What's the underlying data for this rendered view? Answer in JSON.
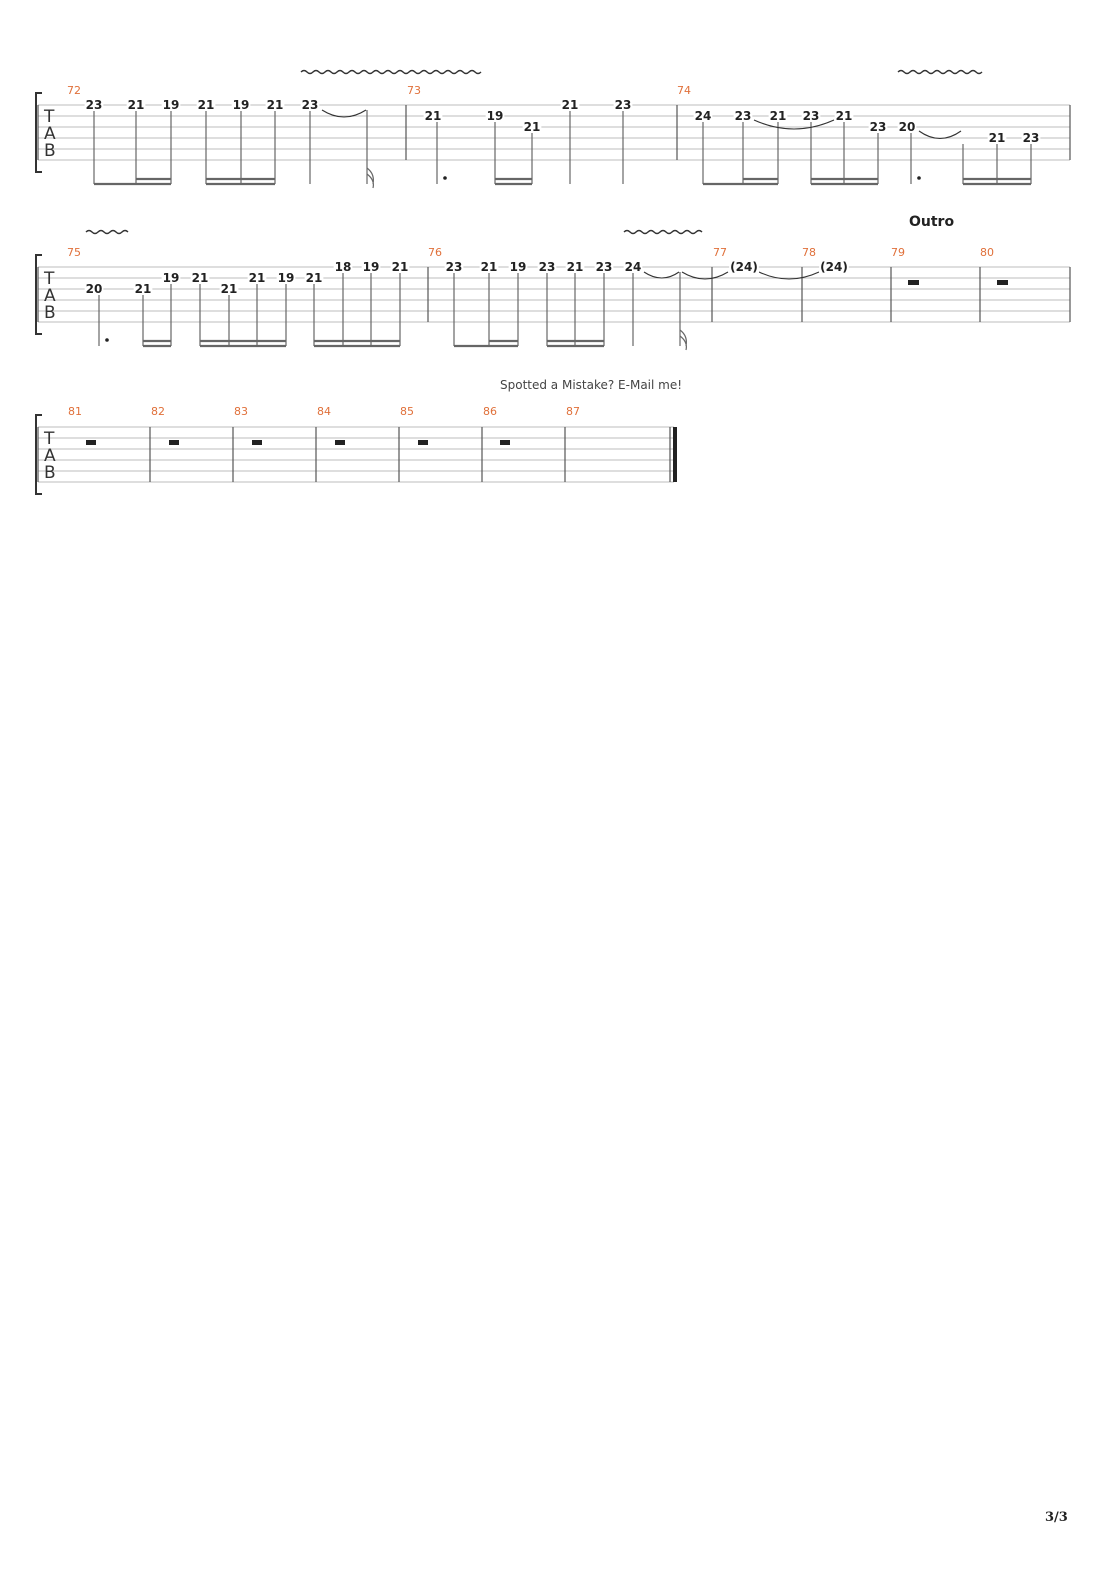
{
  "tab_letters": [
    "T",
    "A",
    "B"
  ],
  "section_label": "Outro",
  "footer_note": "Spotted a Mistake? E-Mail me!",
  "page_number": "3/3",
  "measure_color": "#e0703a",
  "systems": [
    {
      "measures": [
        "72",
        "73",
        "74"
      ],
      "notes": [
        {
          "fret": "23",
          "string": 1
        },
        {
          "fret": "21",
          "string": 1
        },
        {
          "fret": "19",
          "string": 1
        },
        {
          "fret": "21",
          "string": 1
        },
        {
          "fret": "19",
          "string": 1
        },
        {
          "fret": "21",
          "string": 1
        },
        {
          "fret": "23",
          "string": 1
        },
        {
          "fret": "21",
          "string": 2
        },
        {
          "fret": "19",
          "string": 2
        },
        {
          "fret": "21",
          "string": 3
        },
        {
          "fret": "21",
          "string": 1
        },
        {
          "fret": "23",
          "string": 1
        },
        {
          "fret": "24",
          "string": 2
        },
        {
          "fret": "23",
          "string": 2
        },
        {
          "fret": "21",
          "string": 2
        },
        {
          "fret": "23",
          "string": 2
        },
        {
          "fret": "21",
          "string": 2
        },
        {
          "fret": "23",
          "string": 3
        },
        {
          "fret": "20",
          "string": 3
        },
        {
          "fret": "21",
          "string": 4
        },
        {
          "fret": "23",
          "string": 4
        }
      ]
    },
    {
      "measures": [
        "75",
        "76",
        "77",
        "78",
        "79",
        "80"
      ],
      "notes": [
        {
          "fret": "20",
          "string": 3
        },
        {
          "fret": "21",
          "string": 3
        },
        {
          "fret": "19",
          "string": 2
        },
        {
          "fret": "21",
          "string": 2
        },
        {
          "fret": "21",
          "string": 3
        },
        {
          "fret": "21",
          "string": 2
        },
        {
          "fret": "19",
          "string": 2
        },
        {
          "fret": "21",
          "string": 2
        },
        {
          "fret": "18",
          "string": 1
        },
        {
          "fret": "19",
          "string": 1
        },
        {
          "fret": "21",
          "string": 1
        },
        {
          "fret": "23",
          "string": 1
        },
        {
          "fret": "21",
          "string": 1
        },
        {
          "fret": "19",
          "string": 1
        },
        {
          "fret": "23",
          "string": 1
        },
        {
          "fret": "21",
          "string": 1
        },
        {
          "fret": "23",
          "string": 1
        },
        {
          "fret": "24",
          "string": 1
        },
        {
          "fret": "(24)",
          "string": 1
        },
        {
          "fret": "(24)",
          "string": 1
        }
      ]
    },
    {
      "measures": [
        "81",
        "82",
        "83",
        "84",
        "85",
        "86",
        "87"
      ],
      "notes": []
    }
  ]
}
